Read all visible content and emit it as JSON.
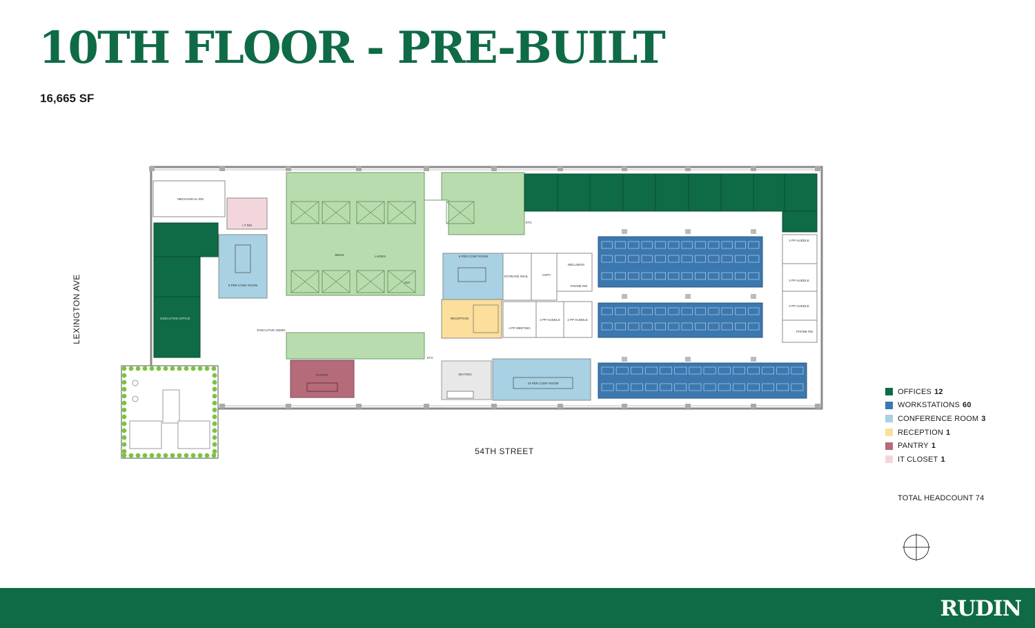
{
  "header": {
    "title": "10TH FLOOR - PRE-BUILT",
    "subtitle": "16,665 SF"
  },
  "streets": {
    "left": "LEXINGTON AVE",
    "bottom": "54TH STREET"
  },
  "rooms": {
    "mechanical": "MECHANICAL RM",
    "it": "I.T RM",
    "conf8_left": "8 PER CONF ROOM",
    "exec_office": "EXECUTIVE OFFICE",
    "exec_admin": "EXECUTIVE ADMIN",
    "mens": "MENS",
    "ladies": "LADIES",
    "ada": "ADA",
    "conf8_center": "8 PER CONF ROOM",
    "reception": "RECEPTION",
    "storage": "STORAGE /MAIL",
    "copy": "COPY",
    "wellness": "WELLNESS",
    "phone1": "PHONE RM",
    "meeting": "4 PP MEETING",
    "huddle_a": "2 PP HUDDLE",
    "huddle_b": "2 PP HUDDLE",
    "pantry": "PANTRY",
    "seating": "SEATING",
    "conf19": "19 PER CONF ROOM",
    "huddle_r1": "2 PP HUDDLE",
    "huddle_r2": "2 PP HUDDLE",
    "huddle_r3": "2 PP HUDDLE",
    "phone2": "PHONE RM",
    "stg1": "STG",
    "stg2": "STG"
  },
  "legend": [
    {
      "label": "OFFICES",
      "count": "12",
      "color": "#0f6b45"
    },
    {
      "label": "WORKSTATIONS",
      "count": "60",
      "color": "#3b78b0"
    },
    {
      "label": "CONFERENCE ROOM",
      "count": "3",
      "color": "#a8d1e3"
    },
    {
      "label": "RECEPTION",
      "count": "1",
      "color": "#fbdf9a"
    },
    {
      "label": "PANTRY",
      "count": "1",
      "color": "#b56b79"
    },
    {
      "label": "IT CLOSET",
      "count": "1",
      "color": "#f3d6dc"
    }
  ],
  "totals": {
    "headcount": "TOTAL HEADCOUNT 74"
  },
  "brand": "RUDIN",
  "colors": {
    "offices": "#0f6b45",
    "workstations": "#3b78b0",
    "conference": "#a8d1e3",
    "reception": "#fbdf9a",
    "pantry": "#b56b79",
    "it": "#f3d6dc",
    "core": "#b9dcae",
    "terrace_planter": "#7cc242"
  }
}
